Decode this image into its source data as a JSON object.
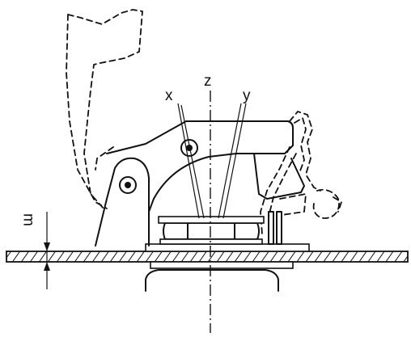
{
  "labels": {
    "z": "z",
    "x": "x",
    "y": "y",
    "dimension": "ɯ"
  },
  "colors": {
    "ink": "#111111",
    "background": "#ffffff"
  }
}
